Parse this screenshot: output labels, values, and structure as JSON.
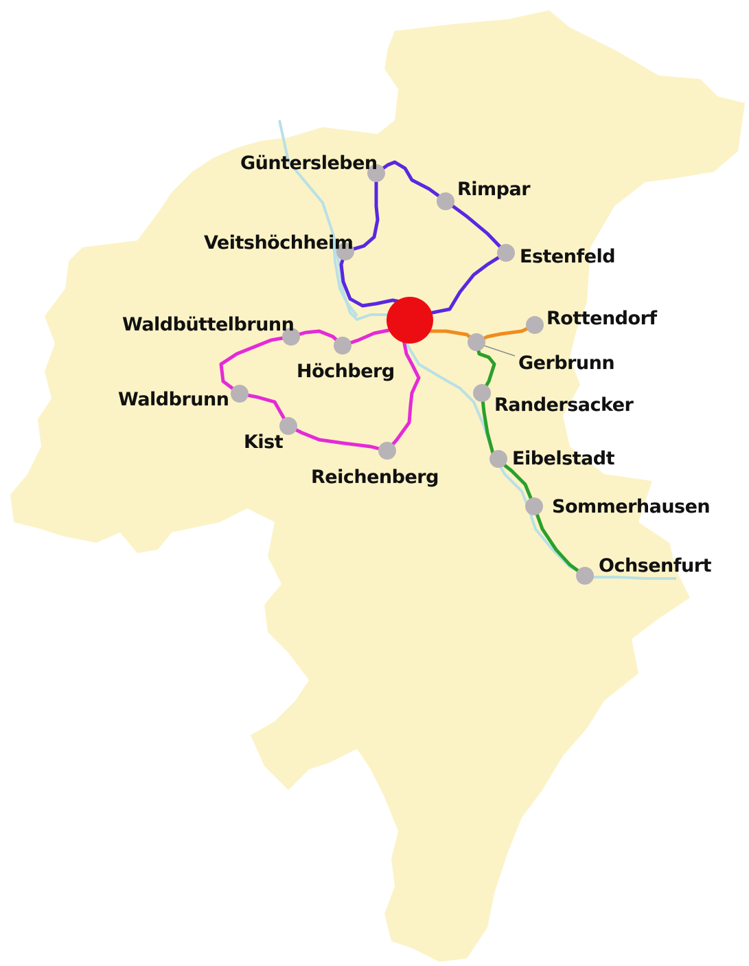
{
  "colors": {
    "land": "#fbf3c6",
    "river": "#b9e0e6",
    "hub": "#ec0d12",
    "stop": "#b8b3b6",
    "leader_line": "#8a8a8a",
    "routes": {
      "north": "#5a28e0",
      "west": "#e52ad6",
      "east": "#f08c1e",
      "south": "#2aa02c"
    }
  },
  "towns": {
    "guentersleben": "Güntersleben",
    "rimpar": "Rimpar",
    "veitshoechheim": "Veitshöchheim",
    "estenfeld": "Estenfeld",
    "waldbuettelbrunn": "Waldbüttelbrunn",
    "rottendorf": "Rottendorf",
    "hoechberg": "Höchberg",
    "gerbrunn": "Gerbrunn",
    "waldbrunn": "Waldbrunn",
    "randersacker": "Randersacker",
    "kist": "Kist",
    "eibelstadt": "Eibelstadt",
    "reichenberg": "Reichenberg",
    "sommerhausen": "Sommerhausen",
    "ochsenfurt": "Ochsenfurt"
  }
}
